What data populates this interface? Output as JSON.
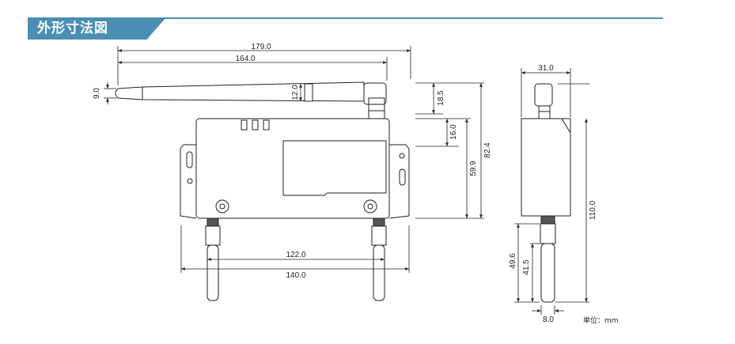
{
  "header": {
    "title": "外形寸法図"
  },
  "dimensions": {
    "total_length": "179.0",
    "body_to_antenna": "164.0",
    "antenna_width": "9.0",
    "antenna_hinge": "12.0",
    "antenna_height": "18.5",
    "body_top_offset": "16.0",
    "total_height": "82.4",
    "body_height": "59.9",
    "mount_pitch": "122.0",
    "flange_width": "140.0",
    "side_width": "31.0",
    "side_height": "110.0",
    "connector_length": "49.6",
    "connector_body": "41.5",
    "connector_diameter": "8.0"
  },
  "footer": {
    "unit_label": "単位：mm"
  }
}
